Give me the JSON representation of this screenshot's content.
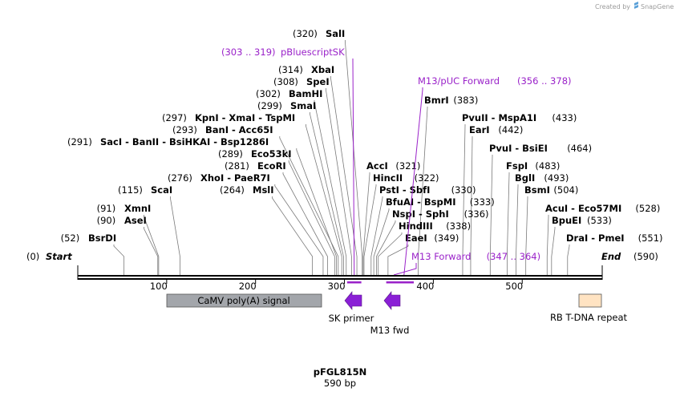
{
  "credit": {
    "prefix": "Created by",
    "brand": "SnapGene"
  },
  "plasmid": {
    "name": "pFGL815N",
    "length_label": "590 bp",
    "length": 590
  },
  "ends": {
    "start_pos": "(0)",
    "start_label": "Start",
    "end_label": "End",
    "end_pos": "(590)"
  },
  "ruler": {
    "ticks": [
      "100",
      "200",
      "300",
      "400",
      "500"
    ]
  },
  "colors": {
    "primer": "#9a22c9",
    "feature_gray": "#a3a6ab",
    "feature_peach": "#ffe3c2",
    "arrow": "#8a1fd6"
  },
  "sites": [
    {
      "pos": 320,
      "enzymes": "SalI"
    },
    {
      "pos": 314,
      "enzymes": "XbaI"
    },
    {
      "pos": 308,
      "enzymes": "SpeI"
    },
    {
      "pos": 302,
      "enzymes": "BamHI"
    },
    {
      "pos": 299,
      "enzymes": "SmaI"
    },
    {
      "pos": 297,
      "enzymes": "KpnI - XmaI - TspMI"
    },
    {
      "pos": 293,
      "enzymes": "BanI - Acc65I"
    },
    {
      "pos": 291,
      "enzymes": "SacI - BanII - BsiHKAI - Bsp1286I"
    },
    {
      "pos": 289,
      "enzymes": "Eco53kI"
    },
    {
      "pos": 281,
      "enzymes": "EcoRI"
    },
    {
      "pos": 276,
      "enzymes": "XhoI - PaeR7I"
    },
    {
      "pos": 264,
      "enzymes": "MslI"
    },
    {
      "pos": 115,
      "enzymes": "ScaI"
    },
    {
      "pos": 91,
      "enzymes": "XmnI"
    },
    {
      "pos": 90,
      "enzymes": "AseI"
    },
    {
      "pos": 52,
      "enzymes": "BsrDI"
    },
    {
      "pos": 383,
      "enzymes": "BmrI"
    },
    {
      "pos": 321,
      "enzymes": "AccI"
    },
    {
      "pos": 322,
      "enzymes": "HincII"
    },
    {
      "pos": 330,
      "enzymes": "PstI - SbfI"
    },
    {
      "pos": 333,
      "enzymes": "BfuAI - BspMI"
    },
    {
      "pos": 336,
      "enzymes": "NspI - SphI"
    },
    {
      "pos": 338,
      "enzymes": "HindIII"
    },
    {
      "pos": 349,
      "enzymes": "EaeI"
    },
    {
      "pos": 433,
      "enzymes": "PvuII - MspA1I"
    },
    {
      "pos": 442,
      "enzymes": "EarI"
    },
    {
      "pos": 464,
      "enzymes": "PvuI - BsiEI"
    },
    {
      "pos": 483,
      "enzymes": "FspI"
    },
    {
      "pos": 493,
      "enzymes": "BglI"
    },
    {
      "pos": 504,
      "enzymes": "BsmI"
    },
    {
      "pos": 528,
      "enzymes": "AcuI - Eco57MI"
    },
    {
      "pos": 533,
      "enzymes": "BpuEI"
    },
    {
      "pos": 551,
      "enzymes": "DraI - PmeI"
    }
  ],
  "primers": [
    {
      "name": "pBluescriptSK",
      "range": "(303 .. 319)",
      "start": 303,
      "end": 319
    },
    {
      "name": "M13/pUC Forward",
      "range": "(356 .. 378)",
      "start": 356,
      "end": 378
    },
    {
      "name": "M13 Forward",
      "range": "(347 .. 364)",
      "start": 347,
      "end": 364
    }
  ],
  "features": [
    {
      "name": "CaMV poly(A) signal",
      "start": 100,
      "end": 276,
      "style": "box"
    },
    {
      "name": "SK primer",
      "start": 303,
      "end": 319,
      "style": "arrow-left"
    },
    {
      "name": "M13 fwd",
      "start": 356,
      "end": 372,
      "style": "arrow-left"
    },
    {
      "name": "RB T-DNA repeat",
      "start": 566,
      "end": 590,
      "style": "box"
    }
  ]
}
